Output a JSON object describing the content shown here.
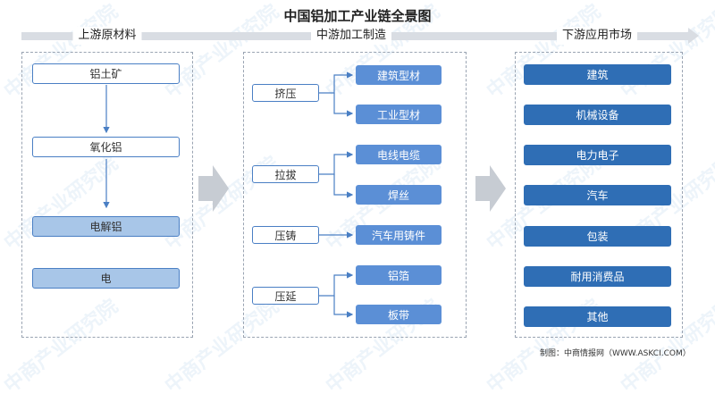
{
  "title": "中国铝加工产业链全景图",
  "sections": {
    "upstream": "上游原材料",
    "midstream": "中游加工制造",
    "downstream": "下游应用市场"
  },
  "upstream_items": [
    "铝土矿",
    "氧化铝",
    "电解铝",
    "电"
  ],
  "midstream": {
    "processes": [
      {
        "label": "挤压",
        "products": [
          "建筑型材",
          "工业型材"
        ]
      },
      {
        "label": "拉拔",
        "products": [
          "电线电缆",
          "焊丝"
        ]
      },
      {
        "label": "压铸",
        "products": [
          "汽车用铸件"
        ]
      },
      {
        "label": "压延",
        "products": [
          "铝箔",
          "板带"
        ]
      }
    ]
  },
  "downstream_items": [
    "建筑",
    "机械设备",
    "电力电子",
    "汽车",
    "包装",
    "耐用消费品",
    "其他"
  ],
  "source": "制图：中商情报网（WWW.ASKCI.COM）",
  "watermark": "中商产业研究院",
  "colors": {
    "outline_blue": "#4a7fc4",
    "light_blue": "#a8c6e8",
    "mid_blue": "#5b8fd6",
    "dark_blue": "#2f6eb5",
    "band_gray": "#d9dde3"
  }
}
